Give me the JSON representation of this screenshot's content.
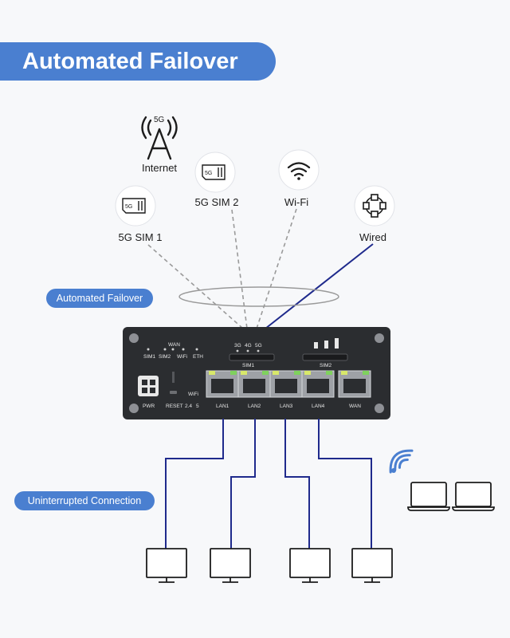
{
  "title": "Automated Failover",
  "sources": {
    "internet": "Internet",
    "sim1": "5G SIM 1",
    "sim2": "5G SIM 2",
    "wifi": "Wi-Fi",
    "wired": "Wired",
    "tower_badge": "5G",
    "sim_badge": "5G"
  },
  "pill_failover": "Automated Failover",
  "pill_connection": "Uninterrupted Connection",
  "router": {
    "led_labels": [
      "SIM1",
      "SIM2",
      "WAN",
      "WiFi",
      "ETH"
    ],
    "net_labels": [
      "3G",
      "4G",
      "5G"
    ],
    "sim_slots": [
      "SIM1",
      "SIM2"
    ],
    "pwr": "PWR",
    "reset": "RESET",
    "wifi_label": "WiFi",
    "wifi_bands": [
      "2.4",
      "5"
    ],
    "ports": [
      "LAN1",
      "LAN2",
      "LAN3",
      "LAN4",
      "WAN"
    ]
  },
  "colors": {
    "accent": "#4a7fd0",
    "wired_line": "#1f2a8c",
    "router_body": "#2b2d30"
  }
}
